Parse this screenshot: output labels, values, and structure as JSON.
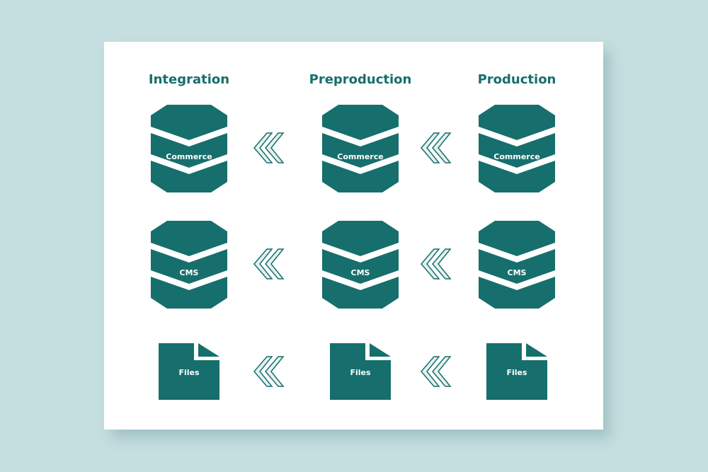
{
  "columns": [
    {
      "title": "Integration"
    },
    {
      "title": "Preproduction"
    },
    {
      "title": "Production"
    }
  ],
  "rows": [
    {
      "label": "Commerce",
      "kind": "database",
      "icon": "database-icon"
    },
    {
      "label": "CMS",
      "kind": "database",
      "icon": "database-icon"
    },
    {
      "label": "Files",
      "kind": "file",
      "icon": "file-icon"
    }
  ],
  "connectors": {
    "icon": "double-chevron-left-icon",
    "direction": "right-to-left"
  },
  "colors": {
    "background": "#c5dedf",
    "card": "#ffffff",
    "primary": "#166f6c",
    "arrow_fill": "#e4f1f0",
    "label_text": "#ffffff"
  }
}
